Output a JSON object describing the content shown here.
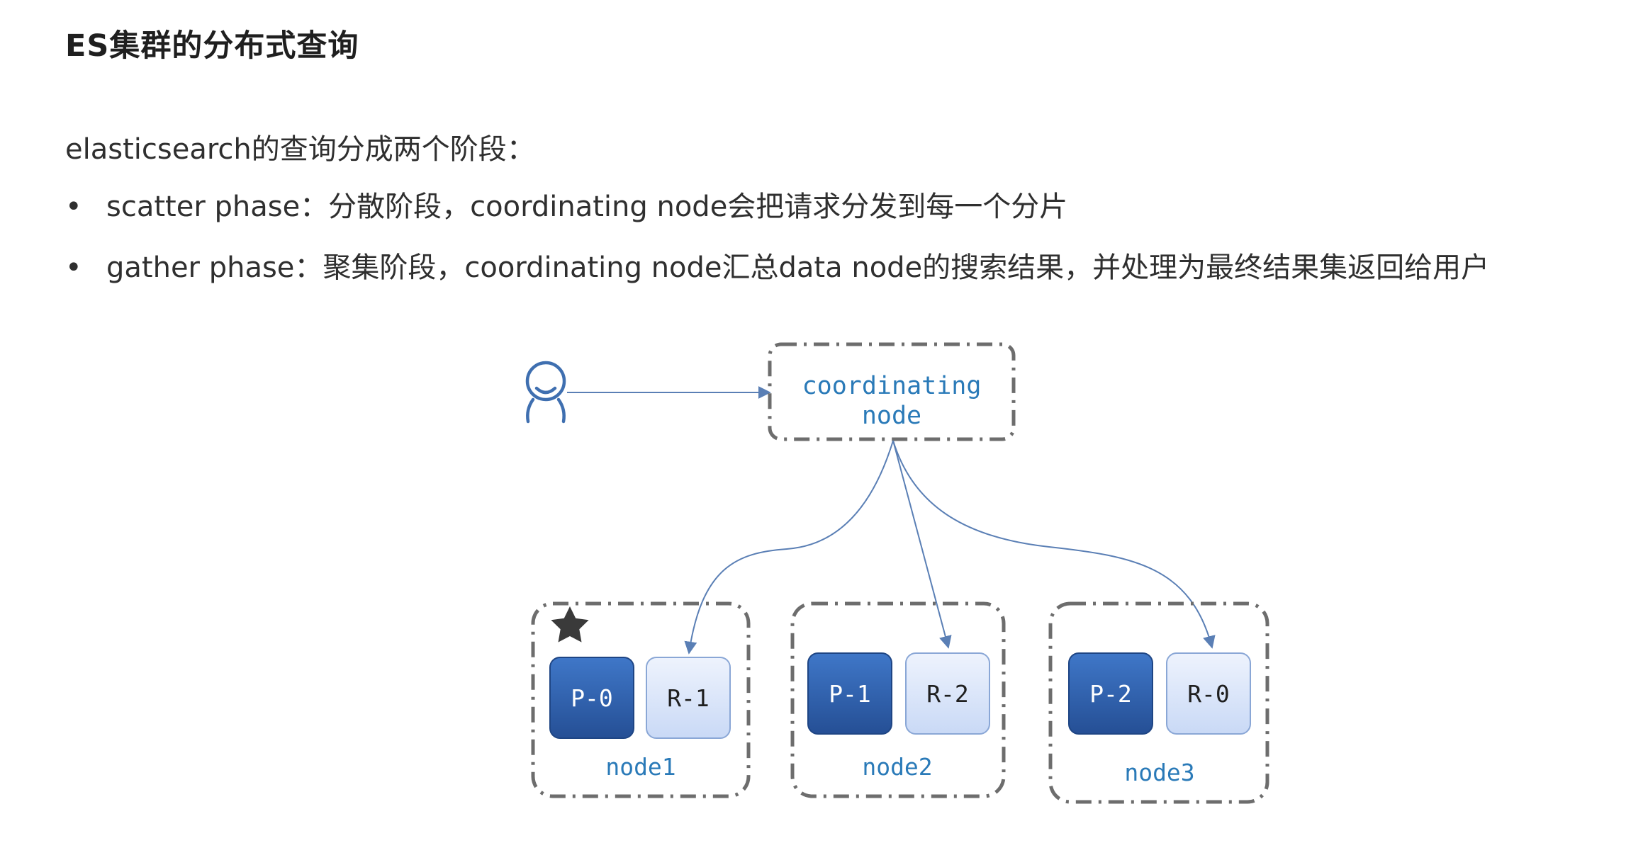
{
  "title": "ES集群的分布式查询",
  "intro": "elasticsearch的查询分成两个阶段：",
  "bullets": [
    {
      "text": "scatter phase：分散阶段，coordinating node会把请求分发到每一个分片"
    },
    {
      "text": "gather phase：聚集阶段，coordinating node汇总data node的搜索结果，并处理为最终结果集返回给用户"
    }
  ],
  "diagram": {
    "user_icon": "user-icon",
    "coordinating_node": {
      "line1": "coordinating",
      "line2": "node"
    },
    "nodes": [
      {
        "label": "node1",
        "primary": "P-0",
        "replica": "R-1",
        "marked": true
      },
      {
        "label": "node2",
        "primary": "P-1",
        "replica": "R-2",
        "marked": false
      },
      {
        "label": "node3",
        "primary": "P-2",
        "replica": "R-0",
        "marked": false
      }
    ],
    "mark_icon": "star-icon",
    "colors": {
      "primary_fill": "#2f62b3",
      "replica_fill": "#dbe6fb",
      "accent_text": "#2a7ab8",
      "arrow": "#5a7fb5",
      "dashed_border": "#6d6d6d"
    }
  }
}
